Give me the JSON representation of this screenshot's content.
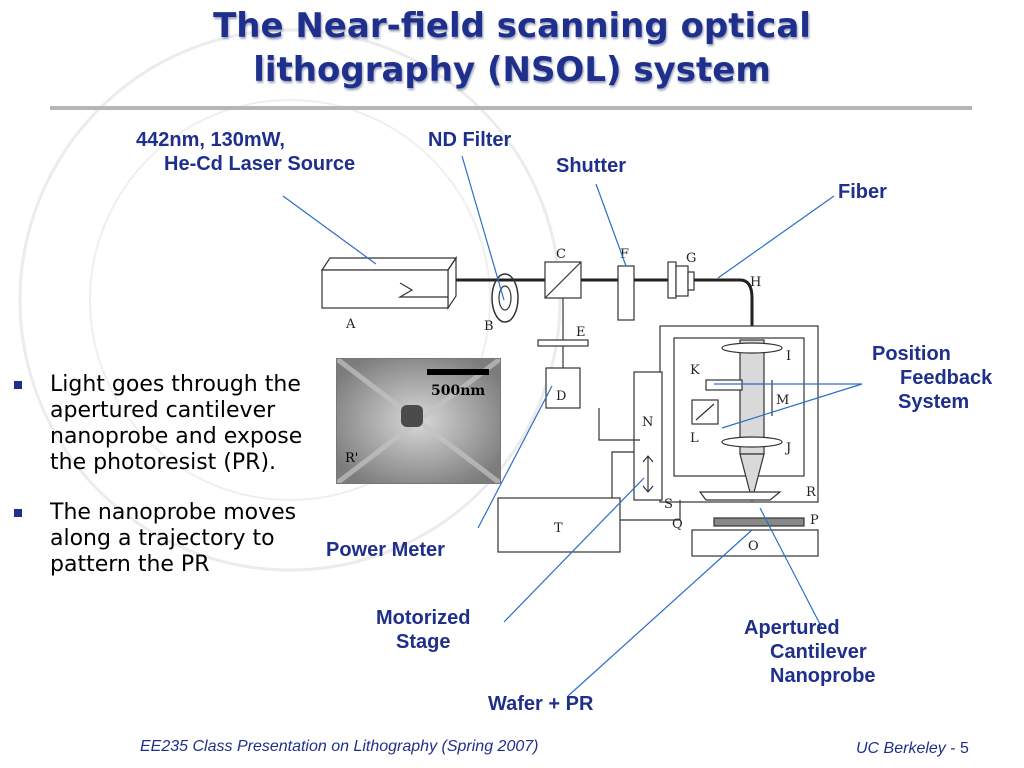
{
  "title": {
    "line1": "The Near-field scanning optical",
    "line2": "lithography (NSOL) system"
  },
  "bullets": [
    "Light goes through the apertured cantilever nanoprobe and expose the photoresist (PR).",
    "The nanoprobe moves along a trajectory to pattern the PR"
  ],
  "callouts": {
    "laser_line1": "442nm, 130mW,",
    "laser_line2": "He-Cd Laser Source",
    "nd_filter": "ND Filter",
    "shutter": "Shutter",
    "fiber": "Fiber",
    "feedback_line1": "Position",
    "feedback_line2": "Feedback",
    "feedback_line3": "System",
    "power_meter": "Power Meter",
    "stage_line1": "Motorized",
    "stage_line2": "Stage",
    "nanoprobe_line1": "Apertured",
    "nanoprobe_line2": "Cantilever",
    "nanoprobe_line3": "Nanoprobe",
    "wafer": "Wafer + PR"
  },
  "diagram_letters": {
    "A": "A",
    "B": "B",
    "C": "C",
    "D": "D",
    "E": "E",
    "F": "F",
    "G": "G",
    "H": "H",
    "I": "I",
    "J": "J",
    "K": "K",
    "L": "L",
    "M": "M",
    "N": "N",
    "O": "O",
    "P": "P",
    "Q": "Q",
    "R": "R",
    "S": "S",
    "T": "T"
  },
  "sem_inset": {
    "scale_label": "500nm",
    "corner_label": "R'"
  },
  "footer": {
    "course": "EE235 Class Presentation on Lithography (Spring 2007)",
    "org": "UC Berkeley",
    "separator": " - ",
    "page": "5"
  },
  "colors": {
    "title": "#1f2f8c",
    "callout_text": "#1f2f8c",
    "leader_lines": "#2a6fc9",
    "rule": "#b6b6b6"
  }
}
